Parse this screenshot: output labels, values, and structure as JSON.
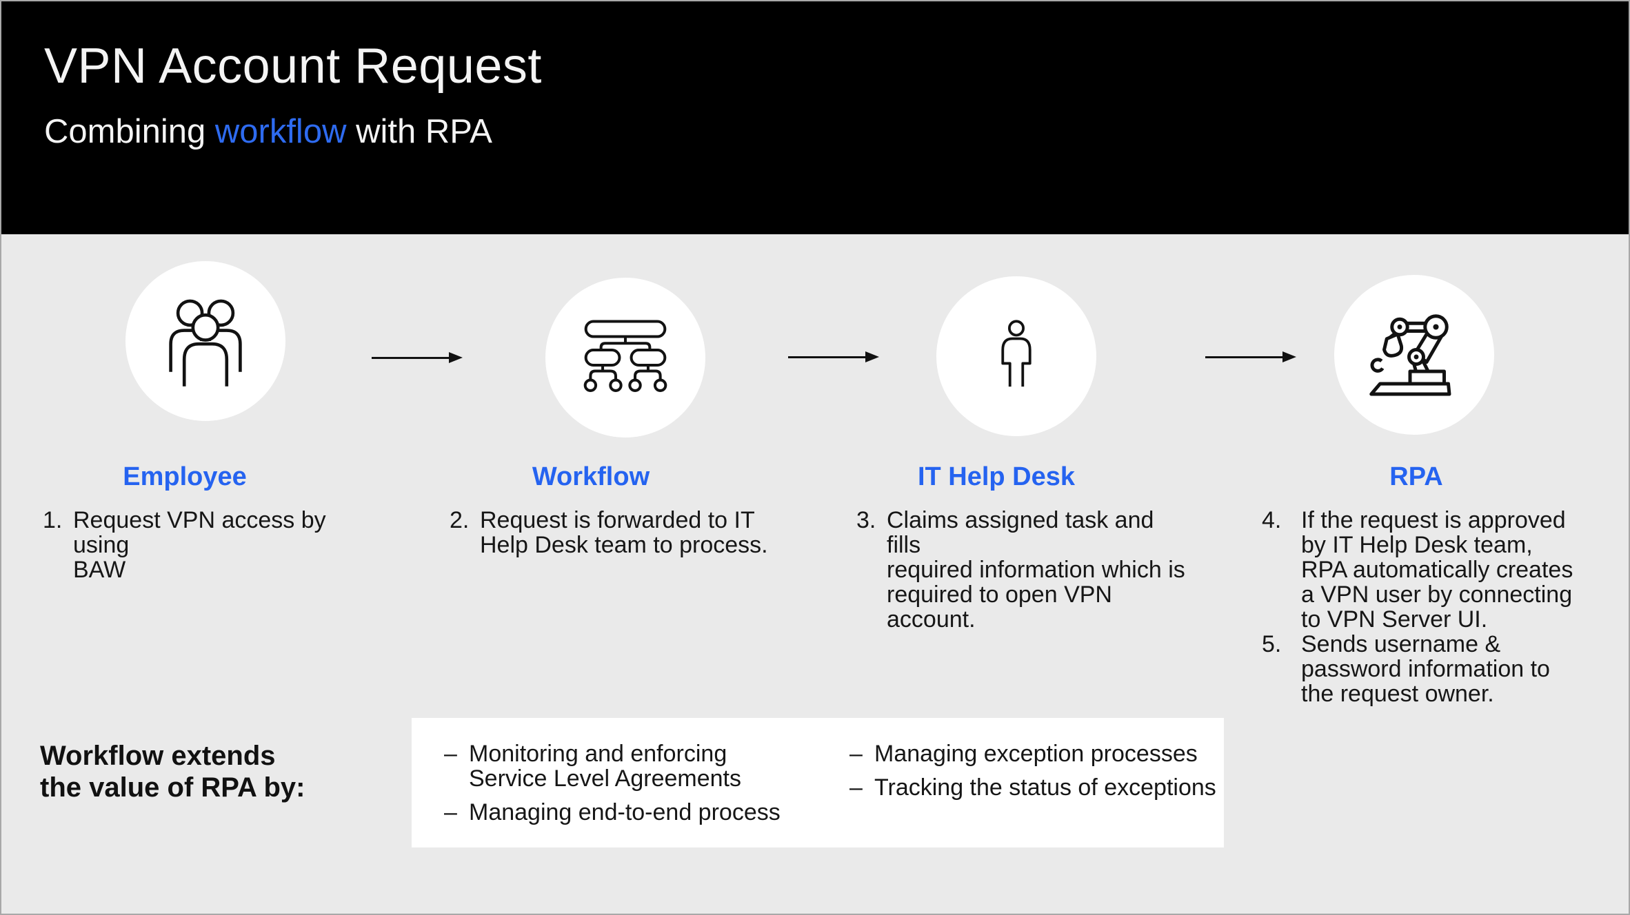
{
  "header": {
    "title": "VPN Account Request",
    "subtitle_prefix": "Combining ",
    "subtitle_highlight": "workflow",
    "subtitle_suffix": " with RPA"
  },
  "flow": {
    "columns": [
      {
        "label": "Employee",
        "icon": "people-group-icon",
        "items": [
          {
            "n": "1.",
            "t": "Request VPN access by using\nBAW"
          }
        ]
      },
      {
        "label": "Workflow",
        "icon": "workflow-tree-icon",
        "items": [
          {
            "n": "2.",
            "t": "Request is forwarded to IT\nHelp Desk team to process."
          }
        ]
      },
      {
        "label": "IT Help Desk",
        "icon": "person-icon",
        "items": [
          {
            "n": "3.",
            "t": "Claims assigned task and fills\nrequired information which is\nrequired to open VPN\naccount."
          }
        ]
      },
      {
        "label": "RPA",
        "icon": "robot-arm-icon",
        "items": [
          {
            "n": "4.",
            "t": "If the request is approved\nby IT Help Desk team,\nRPA automatically creates\na VPN user by connecting\nto VPN Server UI."
          },
          {
            "n": "5.",
            "t": "Sends username &\npassword information to\nthe request owner."
          }
        ]
      }
    ]
  },
  "footer": {
    "heading": "Workflow extends\nthe value of RPA by:",
    "bullet_glyph": "–",
    "bullets_left": [
      "Monitoring and enforcing\nService Level Agreements",
      "Managing end-to-end process"
    ],
    "bullets_right": [
      "Managing exception processes",
      "Tracking the status of exceptions"
    ]
  },
  "colors": {
    "accent_blue": "#2563f0",
    "accent_blue_dark_bg": "#2e6bf0",
    "header_bg": "#000000",
    "body_bg": "#eaeaea",
    "panel_bg": "#ffffff",
    "text": "#161616",
    "title_text": "#f4f4f4",
    "arrow": "#111111"
  }
}
